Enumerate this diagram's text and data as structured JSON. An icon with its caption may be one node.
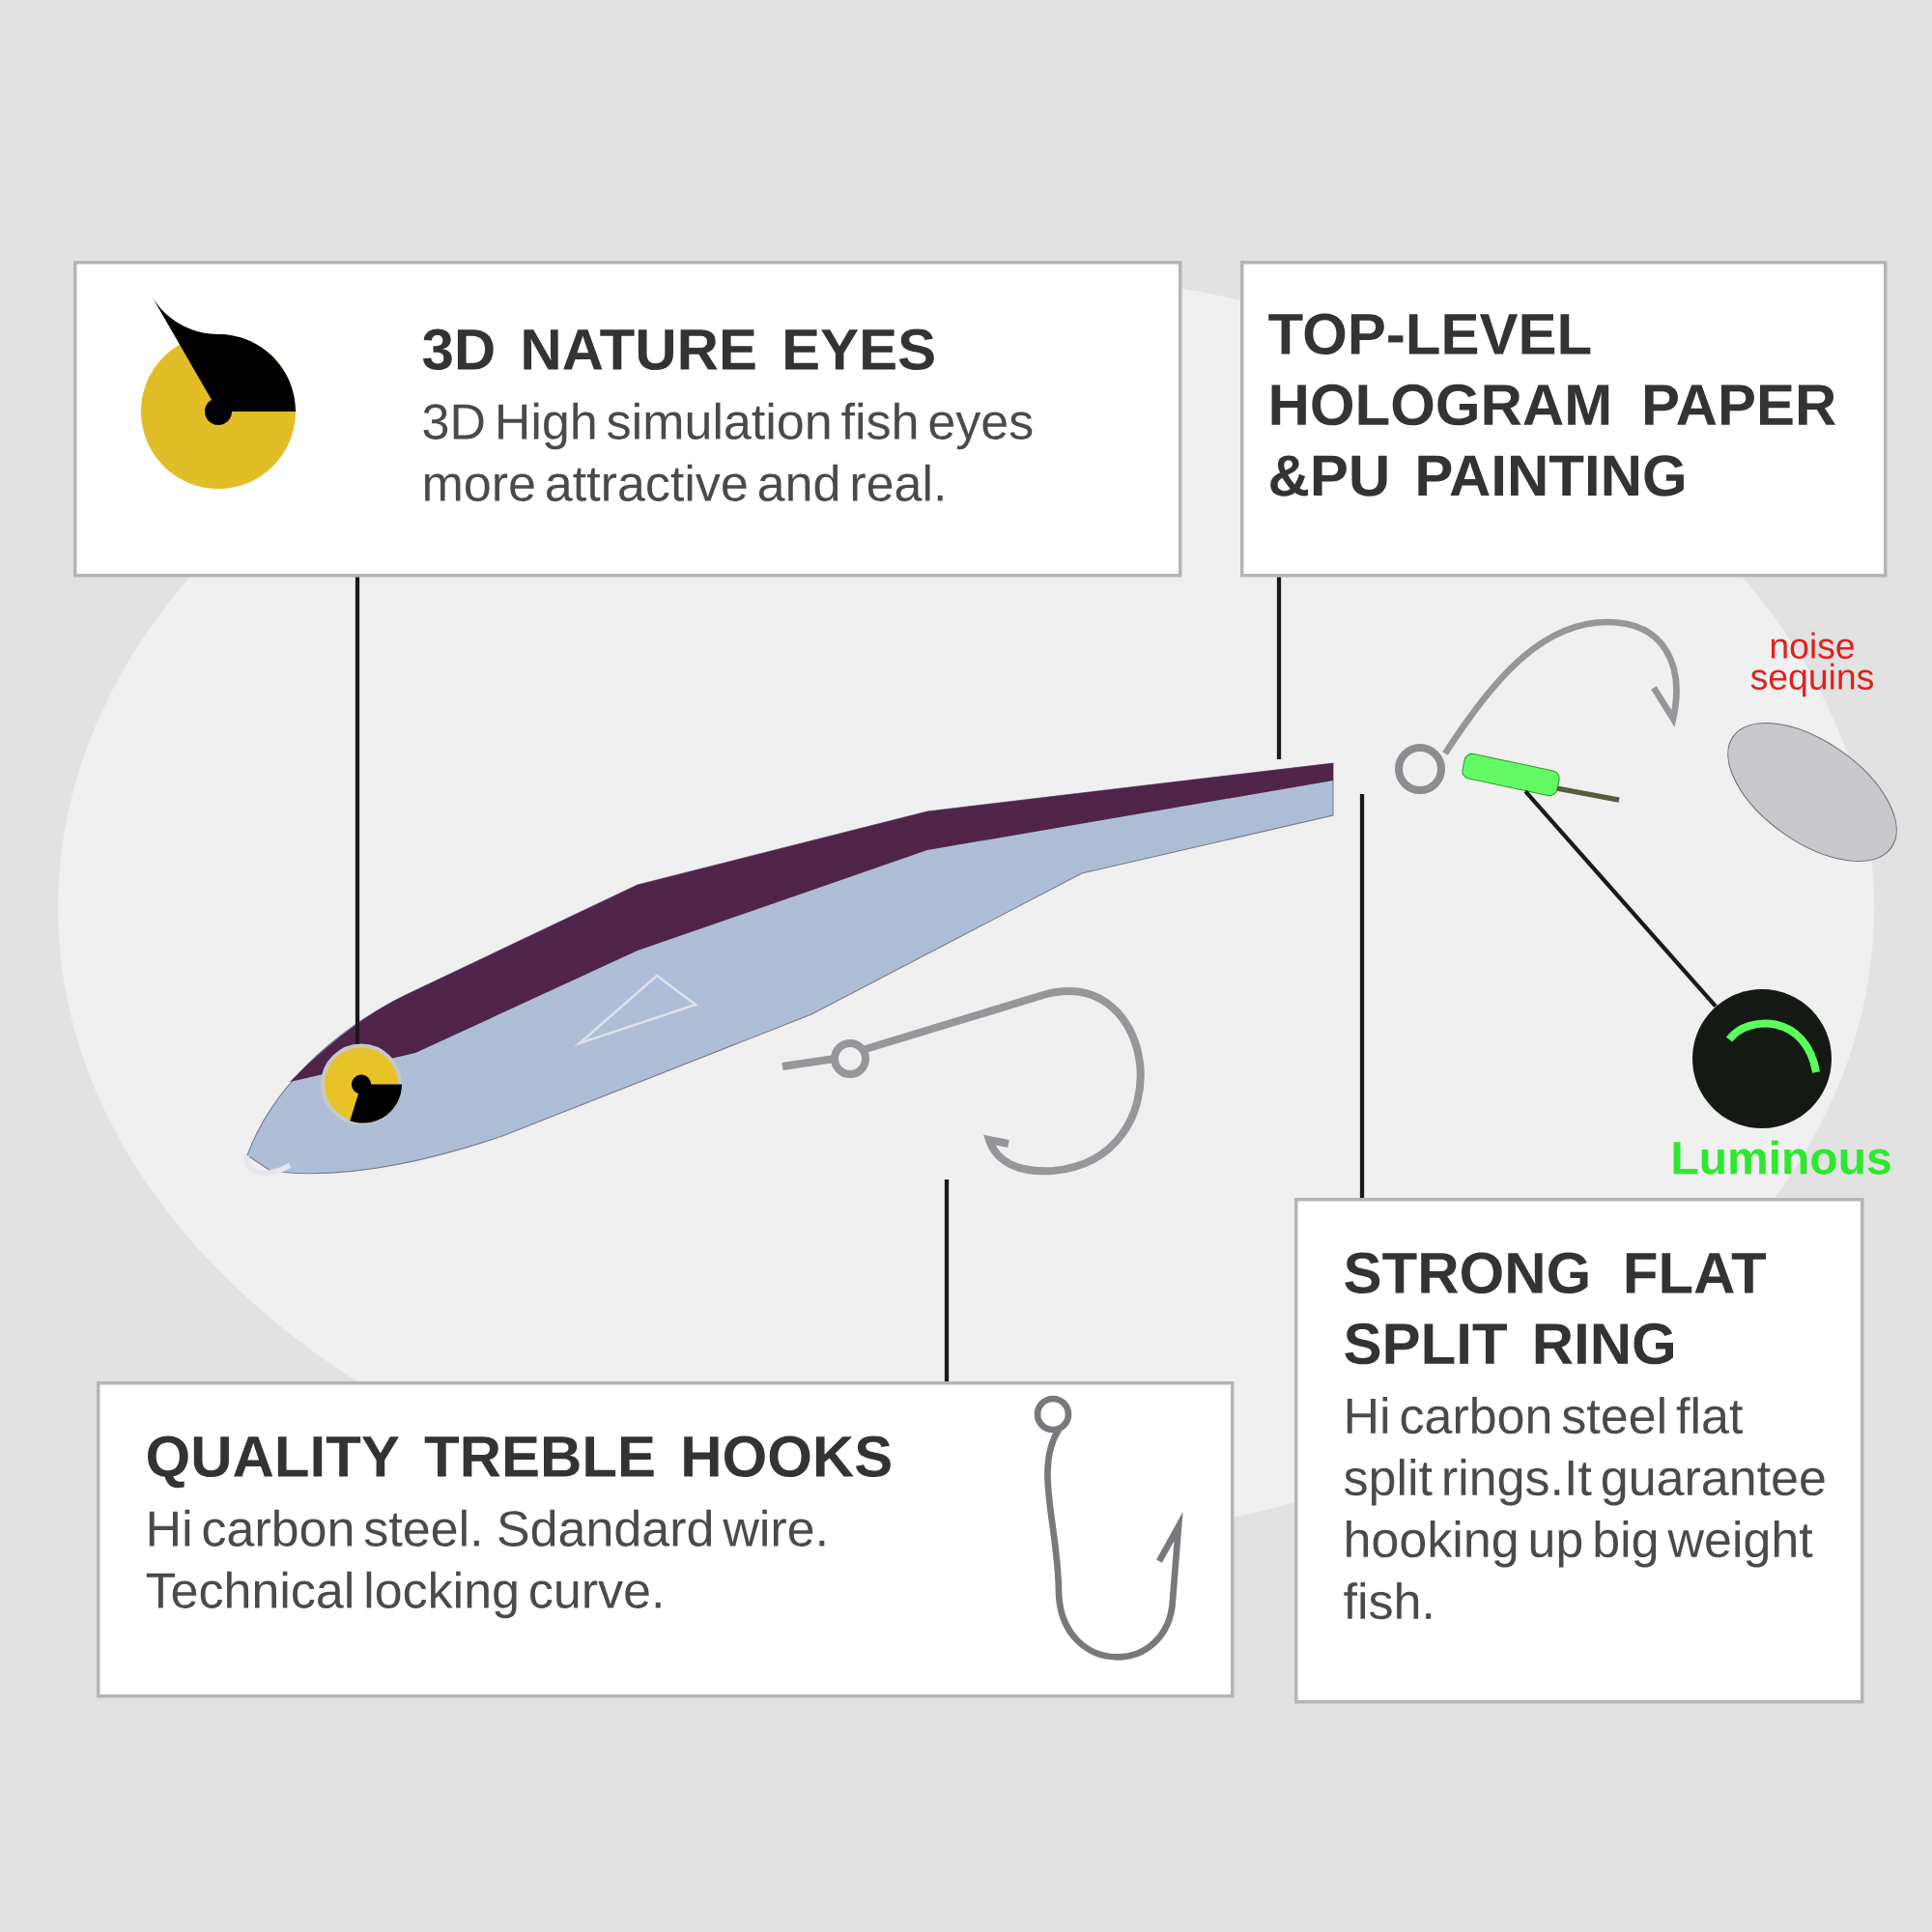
{
  "diagram": {
    "nodes": [
      {
        "text": [
          "3D NATURE EYES",
          "3D High simulation fish eyes more attractive and real."
        ]
      },
      {
        "text": [
          "TOP-LEVEL HOLOGRAM PAPER &PU PAINTING"
        ]
      },
      {
        "text": [
          "QUALITY TREBLE HOOKS",
          "Hi carbon steel. Sdandard wire. Technical locking curve."
        ]
      },
      {
        "text": [
          "STRONG FLAT SPLIT RING",
          "Hi carbon steel flat split rings.It guarantee hooking up big weight fish."
        ]
      },
      {
        "text": [],
        "shape": "picture"
      },
      {
        "text": [],
        "shape": "picture",
        "in": 4
      },
      {
        "text": [],
        "shape": "picture"
      },
      {
        "text": [],
        "shape": "circle"
      },
      {
        "text": [],
        "shape": "picture"
      },
      {
        "text": [
          "Luminous"
        ]
      }
    ],
    "edges": [
      {
        "from": 0,
        "to": 5,
        "arrow": "none"
      },
      {
        "from": 1,
        "to": 4,
        "arrow": "none"
      },
      {
        "from": 2,
        "to": 6,
        "arrow": "none"
      },
      {
        "from": 3,
        "to": 7,
        "arrow": "none"
      },
      {
        "from": 8,
        "to": 9,
        "arrow": "none"
      }
    ],
    "labels": [
      "noise sequins"
    ]
  }
}
